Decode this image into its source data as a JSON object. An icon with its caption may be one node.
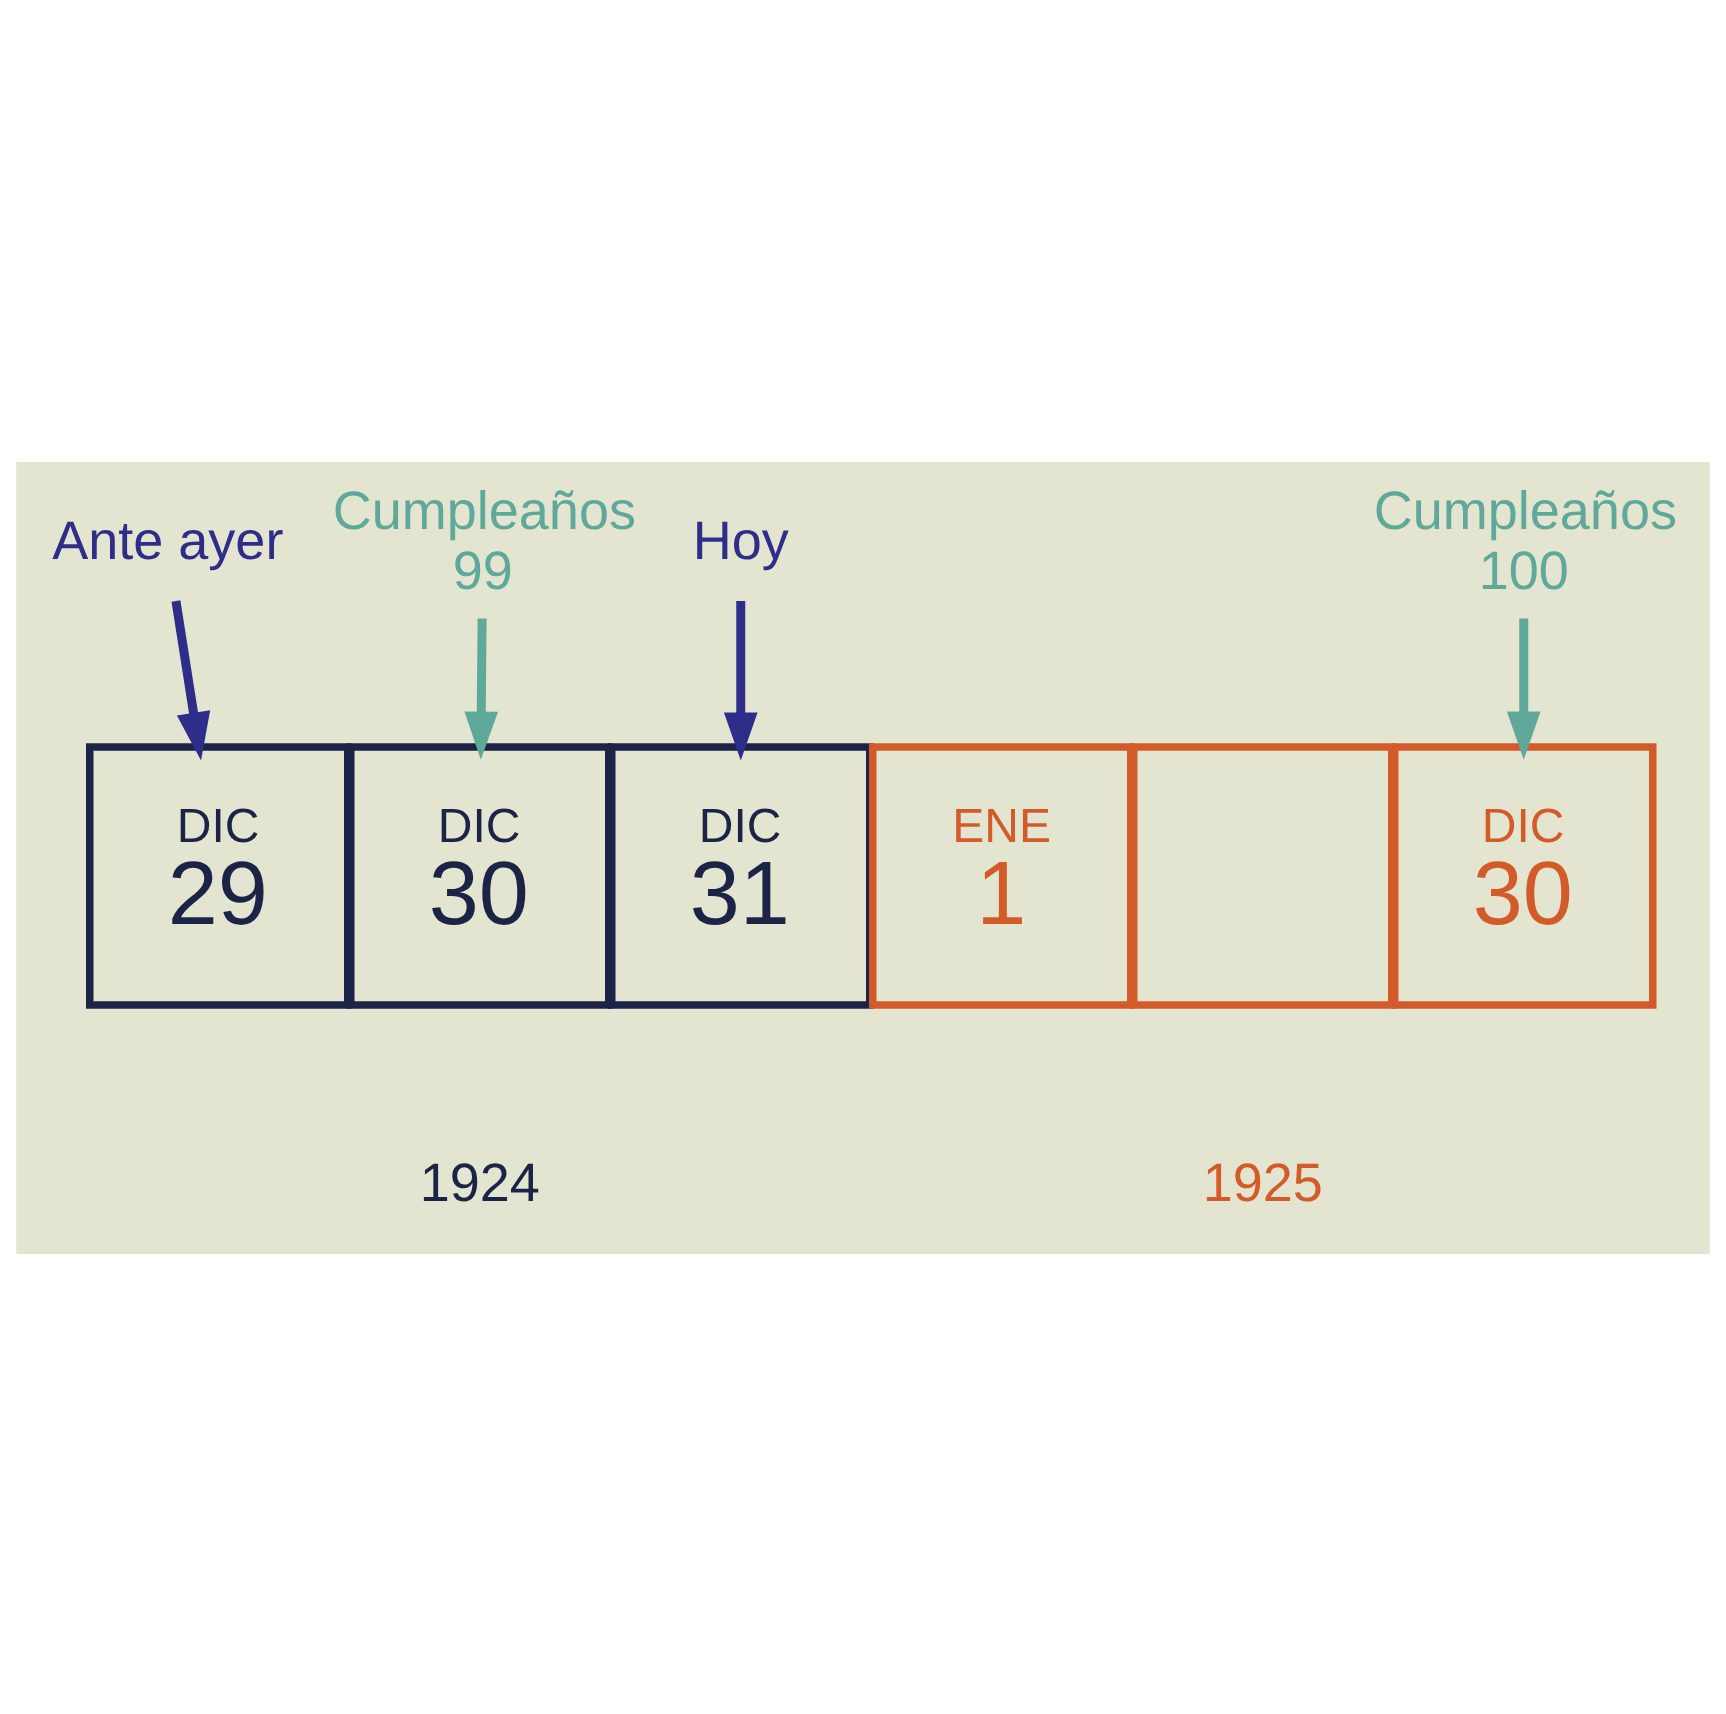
{
  "diagram": {
    "nodes": [
      {
        "text": [
          "Ante ayer"
        ]
      },
      {
        "text": [
          "Cumpleaños 99"
        ]
      },
      {
        "text": [
          "Hoy"
        ]
      },
      {
        "text": [
          "Cumpleaños 100"
        ]
      },
      {
        "text": [
          "DIC",
          "29"
        ]
      },
      {
        "text": [
          "DIC",
          "30"
        ]
      },
      {
        "text": [
          "DIC",
          "31"
        ]
      },
      {
        "text": [
          "ENE",
          "1"
        ]
      },
      {
        "text": [],
        "shape": "box"
      },
      {
        "text": [
          "DIC",
          "30"
        ]
      }
    ],
    "edges": [
      {
        "from": 0,
        "to": 4,
        "arrow": "to",
        "color": "#2e2e8a"
      },
      {
        "from": 1,
        "to": 5,
        "arrow": "to",
        "color": "#5fa99a"
      },
      {
        "from": 2,
        "to": 6,
        "arrow": "to",
        "color": "#2e2e8a"
      },
      {
        "from": 3,
        "to": 9,
        "arrow": "to",
        "color": "#5fa99a"
      }
    ],
    "labels": [
      "1924",
      "1925"
    ]
  }
}
